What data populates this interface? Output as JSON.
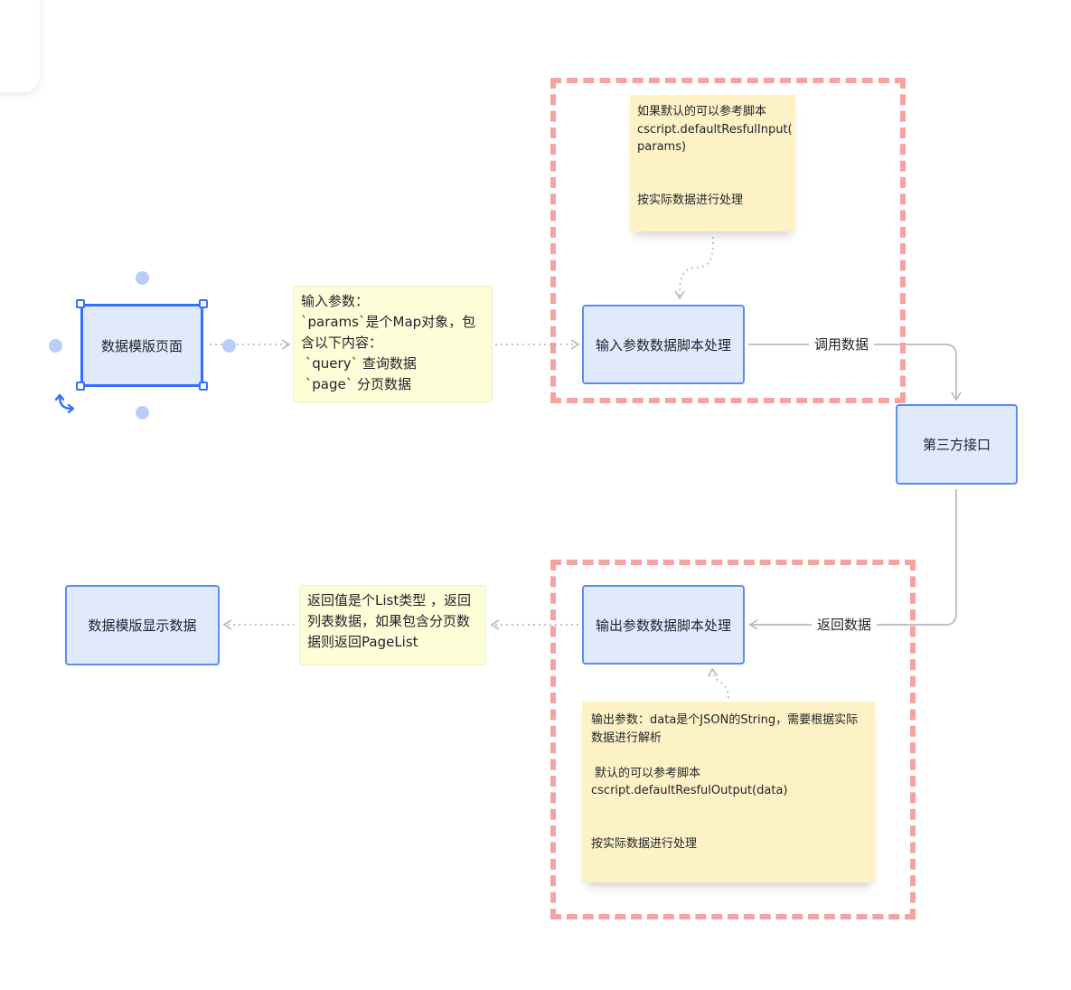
{
  "nodes": {
    "template_page": "数据模版页面",
    "input_script": "输入参数数据脚本处理",
    "third_party_api": "第三方接口",
    "output_script": "输出参数数据脚本处理",
    "template_display": "数据模版显示数据"
  },
  "notes": {
    "input_params": "输入参数：\n`params`是个Map对象，包含以下内容：\n `query` 查询数据\n `page` 分页数据",
    "return_value": "返回值是个List类型 ，返回列表数据，如果包含分页数据则返回PageList"
  },
  "stickies": {
    "input_default": "如果默认的可以参考脚本\ncscript.defaultResfulInput(\nparams)\n\n\n按实际数据进行处理",
    "output_default": "输出参数：data是个JSON的String，需要根据实际数据进行解析\n\n 默认的可以参考脚本\ncscript.defaultResfulOutput(data)\n\n\n按实际数据进行处理"
  },
  "edge_labels": {
    "call_data": "调用数据",
    "return_data": "返回数据"
  },
  "colors": {
    "node_fill": "#e1eafd",
    "node_border": "#5a8cf2",
    "selection": "#3370ff",
    "group_dash": "#f4a3a0",
    "note_fill": "#fdfdd8",
    "sticky_fill": "#fdf1c6",
    "connector": "#bfc3c8"
  },
  "icons": [
    "rotate-icon"
  ]
}
